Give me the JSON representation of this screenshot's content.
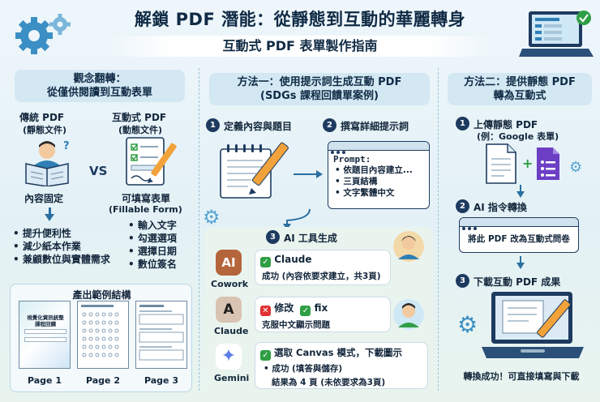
{
  "header": {
    "title": "解鎖 PDF 潛能：從靜態到互動的華麗轉身",
    "subtitle": "互動式 PDF 表單製作指南"
  },
  "left": {
    "heading_line1": "觀念翻轉：",
    "heading_line2": "從僅供閱讀到互動表單",
    "traditional_title": "傳統 PDF",
    "traditional_sub": "(靜態文件)",
    "vs": "VS",
    "interactive_title": "互動式 PDF",
    "interactive_sub": "(動態文件)",
    "fixed_label": "內容固定",
    "fillable_label": "可填寫表單",
    "fillable_en": "(Fillable Form)",
    "features": [
      "輸入文字",
      "勾選選項",
      "選擇日期",
      "數位簽名"
    ],
    "benefits": [
      "提升便利性",
      "減少紙本作業",
      "兼顧數位與實體需求"
    ],
    "examples_title": "產出範例結構",
    "page1_heading_line1": "視覺化資訊統整",
    "page1_heading_line2": "課程回饋",
    "page_labels": [
      "Page 1",
      "Page 2",
      "Page 3"
    ]
  },
  "middle": {
    "heading_line1": "方法一：使用提示詞生成互動 PDF",
    "heading_line2": "(SDGs 課程回饋單案例)",
    "step1_num": "1",
    "step1_label": "定義內容與題目",
    "step2_num": "2",
    "step2_label": "撰寫詳細提示詞",
    "prompt_title": "Prompt:",
    "prompt_items": [
      "依題目內容建立...",
      "三頁結構",
      "文字繁體中文"
    ],
    "step3_num": "3",
    "step3_label": "AI 工具生成",
    "tools": [
      {
        "logo": "AI",
        "name": "Cowork",
        "line1": "Claude",
        "line2": "成功 (內容依要求建立，共3頁)"
      },
      {
        "logo": "A",
        "name": "Claude",
        "line1a": "修改",
        "line1b": "fix",
        "line2": "克服中文顯示問題"
      },
      {
        "logo": "✦",
        "name": "Gemini",
        "line1": "選取 Canvas 模式，下載圖示",
        "line2": "成功 (填答與儲存)",
        "line3": "結果為 4 頁 (未依要求為3頁)"
      }
    ]
  },
  "right": {
    "heading_line1": "方法二：提供靜態 PDF",
    "heading_line2": "轉為互動式",
    "step1_num": "1",
    "step1_label": "上傳靜態 PDF",
    "step1_sub": "(例：Google 表單)",
    "step2_num": "2",
    "step2_label": "AI 指令轉換",
    "command": "將此 PDF 改為互動式問卷",
    "step3_num": "3",
    "step3_label": "下載互動 PDF 成果",
    "footer": "轉換成功！可直接填寫與下載"
  },
  "colors": {
    "navy": "#1d3a5f",
    "accent_blue": "#2f7fb6",
    "success_green": "#2f9e44",
    "error_red": "#e03131",
    "claude_brown": "#b5653c",
    "google_purple": "#6c3fc4"
  },
  "icons": [
    "gear-icon",
    "laptop-icon",
    "book-reader-icon",
    "document-pen-icon",
    "pencil-icon",
    "browser-icon",
    "avatar-icon",
    "check-icon",
    "cross-icon",
    "google-forms-icon",
    "pdf-document-icon"
  ]
}
